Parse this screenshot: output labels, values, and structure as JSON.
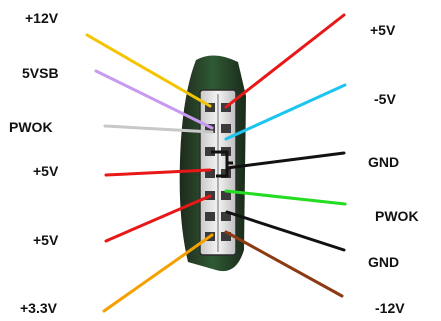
{
  "left_pins": [
    {
      "label": "+12V",
      "wire_color": "#f5c400"
    },
    {
      "label": "5VSB",
      "wire_color": "#c79af0"
    },
    {
      "label": "PWOK",
      "wire_color": "#c8c8c8"
    },
    {
      "label": "+5V",
      "wire_color": "#e81818"
    },
    {
      "label": "+5V",
      "wire_color": "#e81818"
    },
    {
      "label": "+3.3V",
      "wire_color": "#f5a000"
    }
  ],
  "right_pins": [
    {
      "label": "+5V",
      "wire_color": "#e81818"
    },
    {
      "label": "-5V",
      "wire_color": "#1cc4f0"
    },
    {
      "label": "GND",
      "wire_color": "#111111"
    },
    {
      "label": "PWOK",
      "wire_color": "#22dd22"
    },
    {
      "label": "GND",
      "wire_color": "#111111"
    },
    {
      "label": "-12V",
      "wire_color": "#8b3a12"
    }
  ]
}
